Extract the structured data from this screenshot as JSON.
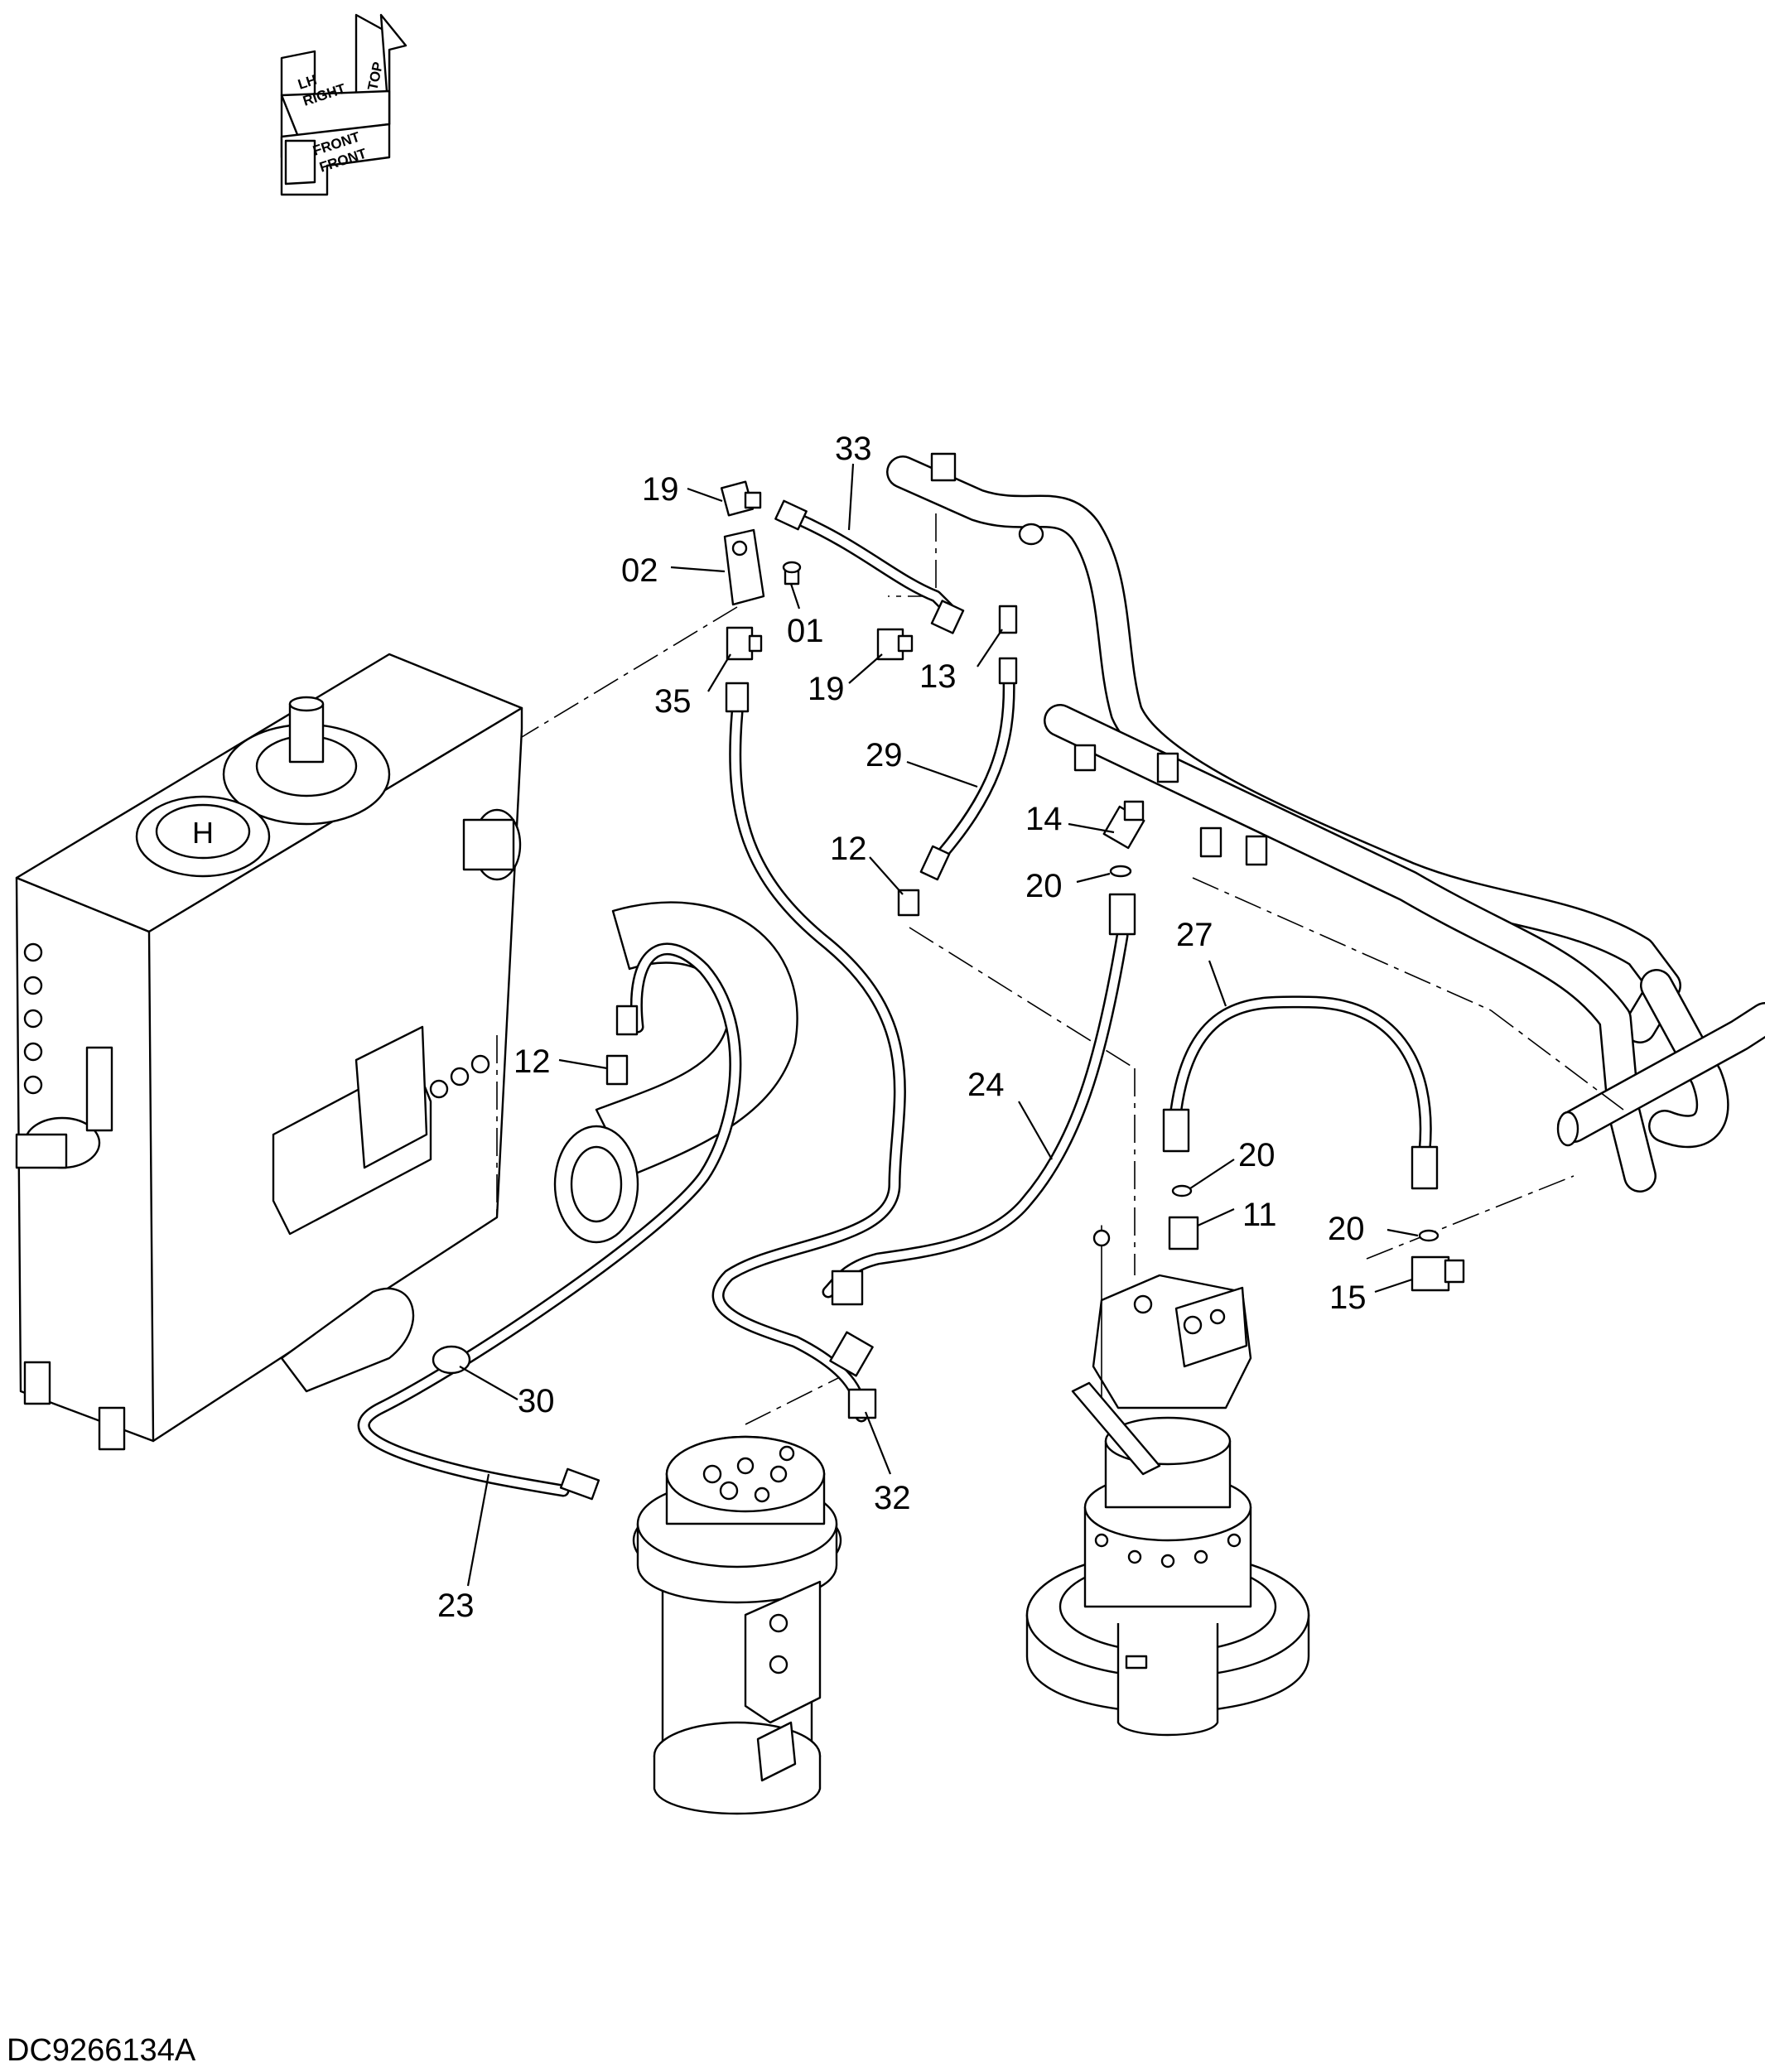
{
  "drawing": {
    "code": "DC9266134A"
  },
  "orientation": {
    "labels": [
      "TOP",
      "LH",
      "RIGHT",
      "FRONT",
      "FRONT"
    ],
    "icon": "orientation-arrows-icon"
  },
  "callouts": [
    {
      "id": "19a",
      "text": "19"
    },
    {
      "id": "33",
      "text": "33"
    },
    {
      "id": "02",
      "text": "02"
    },
    {
      "id": "01",
      "text": "01"
    },
    {
      "id": "19b",
      "text": "19"
    },
    {
      "id": "13",
      "text": "13"
    },
    {
      "id": "35",
      "text": "35"
    },
    {
      "id": "29",
      "text": "29"
    },
    {
      "id": "14",
      "text": "14"
    },
    {
      "id": "12a",
      "text": "12"
    },
    {
      "id": "20a",
      "text": "20"
    },
    {
      "id": "27",
      "text": "27"
    },
    {
      "id": "12b",
      "text": "12"
    },
    {
      "id": "24",
      "text": "24"
    },
    {
      "id": "20b",
      "text": "20"
    },
    {
      "id": "11",
      "text": "11"
    },
    {
      "id": "20c",
      "text": "20"
    },
    {
      "id": "15",
      "text": "15"
    },
    {
      "id": "30",
      "text": "30"
    },
    {
      "id": "32",
      "text": "32"
    },
    {
      "id": "23",
      "text": "23"
    }
  ]
}
